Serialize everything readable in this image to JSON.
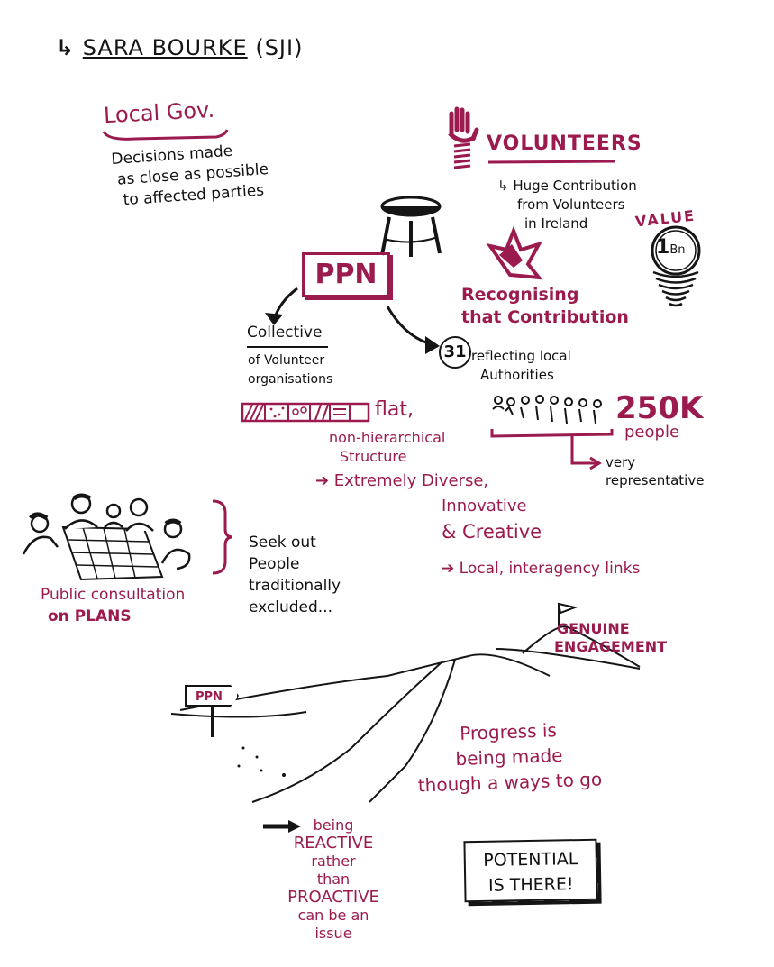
{
  "header": {
    "arrow": "↳",
    "name": "SARA BOURKE",
    "org": "(SJI)"
  },
  "local_gov": {
    "title": "Local Gov.",
    "lines": [
      "Decisions made",
      "as close as possible",
      "to affected parties"
    ]
  },
  "volunteers": {
    "title": "VOLUNTEERS",
    "lines": [
      "↳ Huge Contribution",
      "from Volunteers",
      "in Ireland"
    ],
    "value_label": "VALUE",
    "value_amount": "1",
    "value_unit": "Bn",
    "recognising": [
      "Recognising",
      "that Contribution"
    ]
  },
  "ppn": {
    "label": "PPN"
  },
  "collective": {
    "title": "Collective",
    "lines": [
      "of Volunteer",
      "organisations"
    ]
  },
  "authorities": {
    "count": "31",
    "lines": [
      "reflecting local",
      "Authorities"
    ],
    "people_count": "250K",
    "people_label": "people",
    "representative": [
      "very",
      "representative"
    ]
  },
  "structure": {
    "flat": "flat,",
    "lines": [
      "non-hierarchical",
      "Structure"
    ],
    "diverse": [
      "➔ Extremely Diverse,",
      "Innovative",
      "& Creative"
    ],
    "links": "➔ Local, interagency links"
  },
  "consultation": {
    "lines": [
      "Public consultation",
      "on PLANS"
    ],
    "seek": [
      "Seek out",
      "People",
      "traditionally",
      "excluded..."
    ]
  },
  "road": {
    "sign": "PPN",
    "goal": [
      "GENUINE",
      "ENGAGEMENT"
    ],
    "progress": [
      "Progress is",
      "being made",
      "though a ways to go"
    ]
  },
  "reactive": {
    "lines": [
      "being",
      "REACTIVE",
      "rather",
      "than",
      "PROACTIVE",
      "can be an",
      "issue"
    ]
  },
  "potential": {
    "lines": [
      "POTENTIAL",
      "IS THERE!"
    ]
  },
  "colors": {
    "accent": "#9b1b4f",
    "ink": "#151515"
  }
}
